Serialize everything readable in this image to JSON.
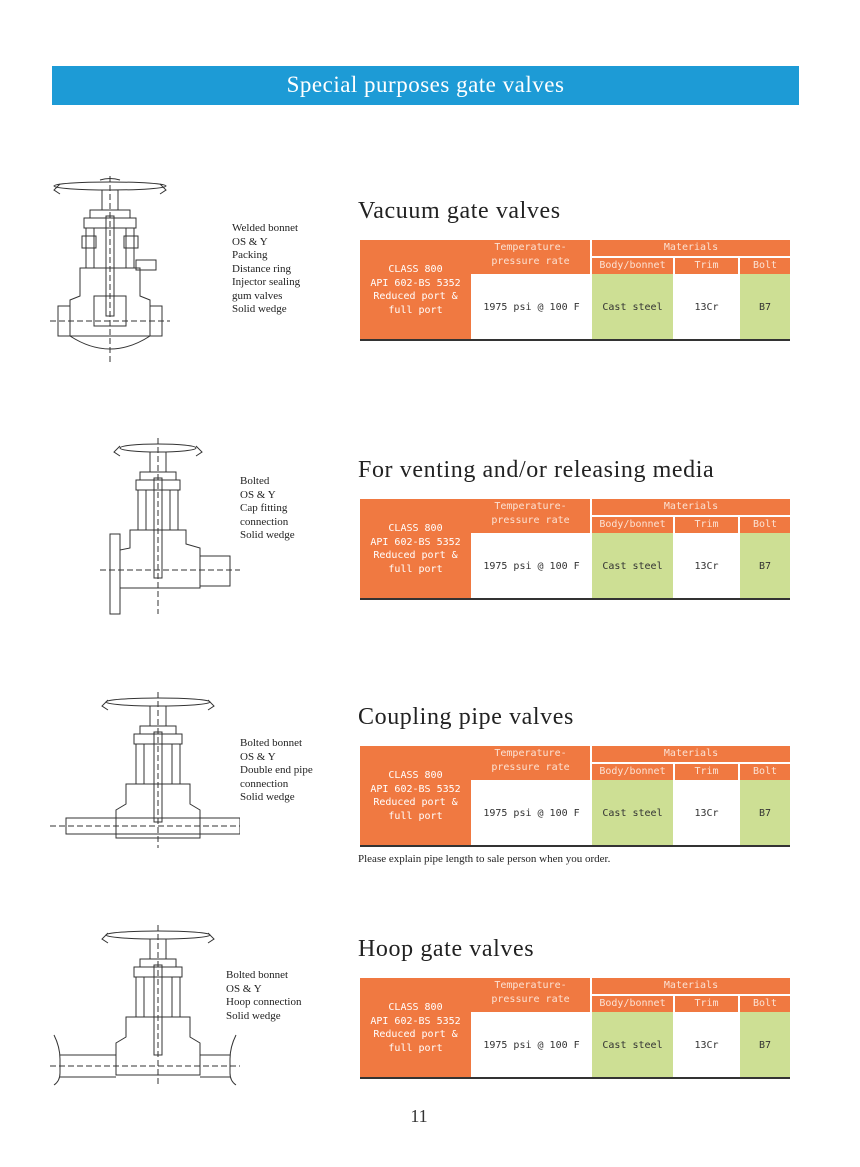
{
  "header": {
    "title": "Special purposes gate valves"
  },
  "sections": [
    {
      "title": "Vacuum gate valves",
      "desc": [
        "Welded bonnet",
        "OS & Y",
        "Packing",
        "Distance ring",
        "Injector sealing",
        "gum valves",
        "Solid wedge"
      ],
      "table": {
        "class_lines": [
          "CLASS 800",
          "API 602-BS 5352",
          "Reduced port &",
          "full port"
        ],
        "temp_header": [
          "Temperature-",
          "pressure rate"
        ],
        "materials_header": "Materials",
        "sub_headers": [
          "Body/bonnet",
          "Trim",
          "Bolt"
        ],
        "temp_value": "1975 psi @ 100 F",
        "body": "Cast steel",
        "trim": "13Cr",
        "bolt": "B7"
      }
    },
    {
      "title": "For venting and/or releasing media",
      "desc": [
        "Bolted",
        "OS & Y",
        "Cap fitting",
        "connection",
        "Solid wedge"
      ],
      "table": {
        "class_lines": [
          "CLASS 800",
          "API 602-BS 5352",
          "Reduced port &",
          "full port"
        ],
        "temp_header": [
          "Temperature-",
          "pressure rate"
        ],
        "materials_header": "Materials",
        "sub_headers": [
          "Body/bonnet",
          "Trim",
          "Bolt"
        ],
        "temp_value": "1975 psi @ 100 F",
        "body": "Cast steel",
        "trim": "13Cr",
        "bolt": "B7"
      }
    },
    {
      "title": "Coupling pipe valves",
      "desc": [
        "Bolted bonnet",
        "OS & Y",
        "Double end pipe",
        "connection",
        "Solid wedge"
      ],
      "table": {
        "class_lines": [
          "CLASS 800",
          "API 602-BS 5352",
          "Reduced port &",
          "full port"
        ],
        "temp_header": [
          "Temperature-",
          "pressure rate"
        ],
        "materials_header": "Materials",
        "sub_headers": [
          "Body/bonnet",
          "Trim",
          "Bolt"
        ],
        "temp_value": "1975 psi @ 100 F",
        "body": "Cast steel",
        "trim": "13Cr",
        "bolt": "B7"
      },
      "note": "Please explain pipe length to sale person when you order."
    },
    {
      "title": "Hoop gate valves",
      "desc": [
        "Bolted bonnet",
        "OS & Y",
        "Hoop connection",
        "Solid wedge"
      ],
      "table": {
        "class_lines": [
          "CLASS 800",
          "API 602-BS 5352",
          "Reduced port &",
          "full port"
        ],
        "temp_header": [
          "Temperature-",
          "pressure rate"
        ],
        "materials_header": "Materials",
        "sub_headers": [
          "Body/bonnet",
          "Trim",
          "Bolt"
        ],
        "temp_value": "1975 psi @ 100 F",
        "body": "Cast steel",
        "trim": "13Cr",
        "bolt": "B7"
      }
    }
  ],
  "page_number": "11",
  "colors": {
    "header": "#1d9bd6",
    "orange": "#f07941",
    "green": "#cddf94"
  }
}
